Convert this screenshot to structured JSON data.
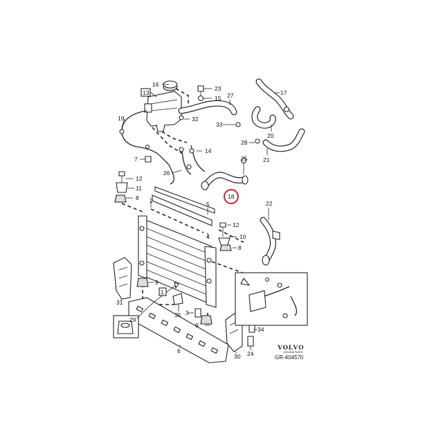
{
  "callouts": {
    "c1": "1",
    "c2": "2",
    "c3": "3",
    "c4": "4",
    "c5": "5",
    "c6": "6",
    "c7": "7",
    "c8a": "8",
    "c8b": "8",
    "c9a": "9",
    "c9b": "9",
    "c10": "10",
    "c11": "11",
    "c12a": "12",
    "c12b": "12",
    "c13": "13",
    "c14": "14",
    "c15": "15",
    "c16": "16",
    "c17": "17",
    "c18": "18",
    "c19": "19",
    "c20": "20",
    "c21": "21",
    "c22": "22",
    "c23": "23",
    "c24": "24",
    "c25": "25",
    "c26": "26",
    "c27": "27",
    "c28": "28",
    "c29": "29",
    "c30": "30",
    "c31": "31",
    "c32": "32",
    "c33": "33",
    "c34": "34",
    "c35": "35"
  },
  "highlighted_part": "18",
  "highlight_color": "#d0202a",
  "brand": {
    "name": "VOLVO",
    "tagline": "GENUINE PARTS"
  },
  "reference_code": "GR-404570"
}
